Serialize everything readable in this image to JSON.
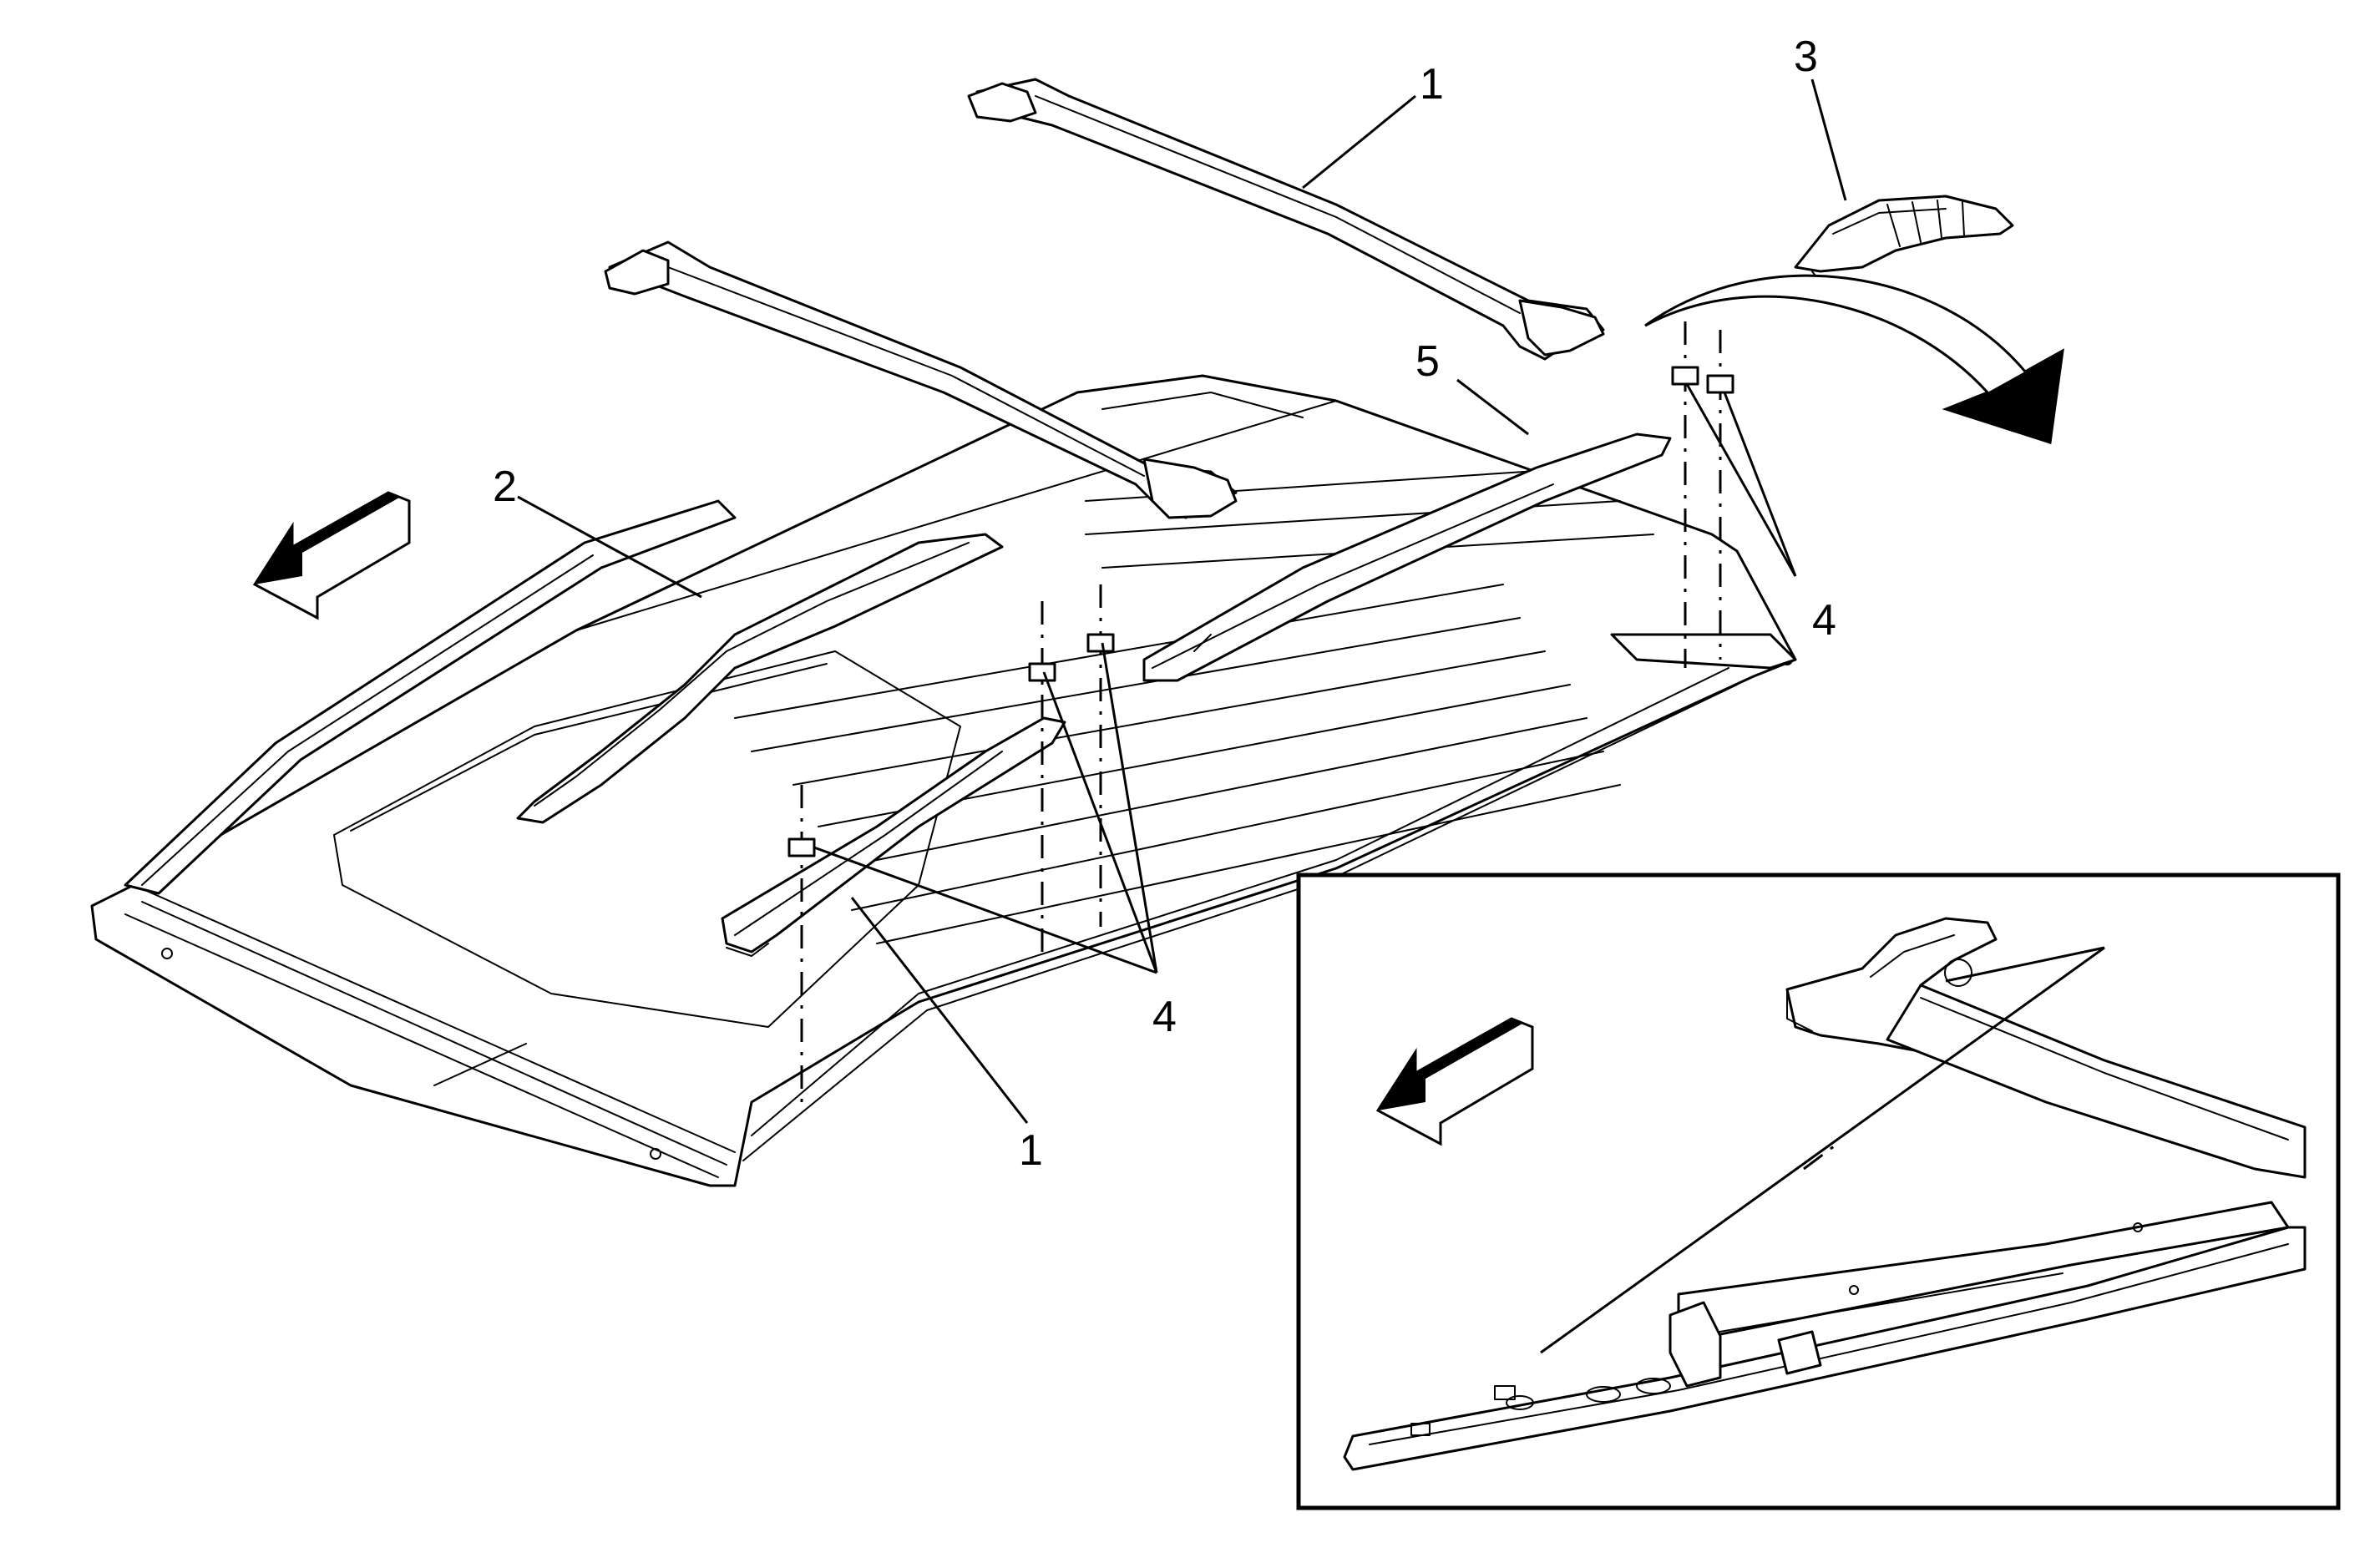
{
  "callouts": {
    "rail_upper": "1",
    "rail_lower": "1",
    "roof_rack_rail": "2",
    "end_cap": "3",
    "fasteners_left": "4",
    "fasteners_right": "4",
    "rail_cover": "5"
  },
  "icons": {
    "forward_arrow_main": "front-direction-arrow-icon",
    "forward_arrow_inset": "front-direction-arrow-icon",
    "rotation_arrow": "curved-rotation-arrow-icon"
  }
}
